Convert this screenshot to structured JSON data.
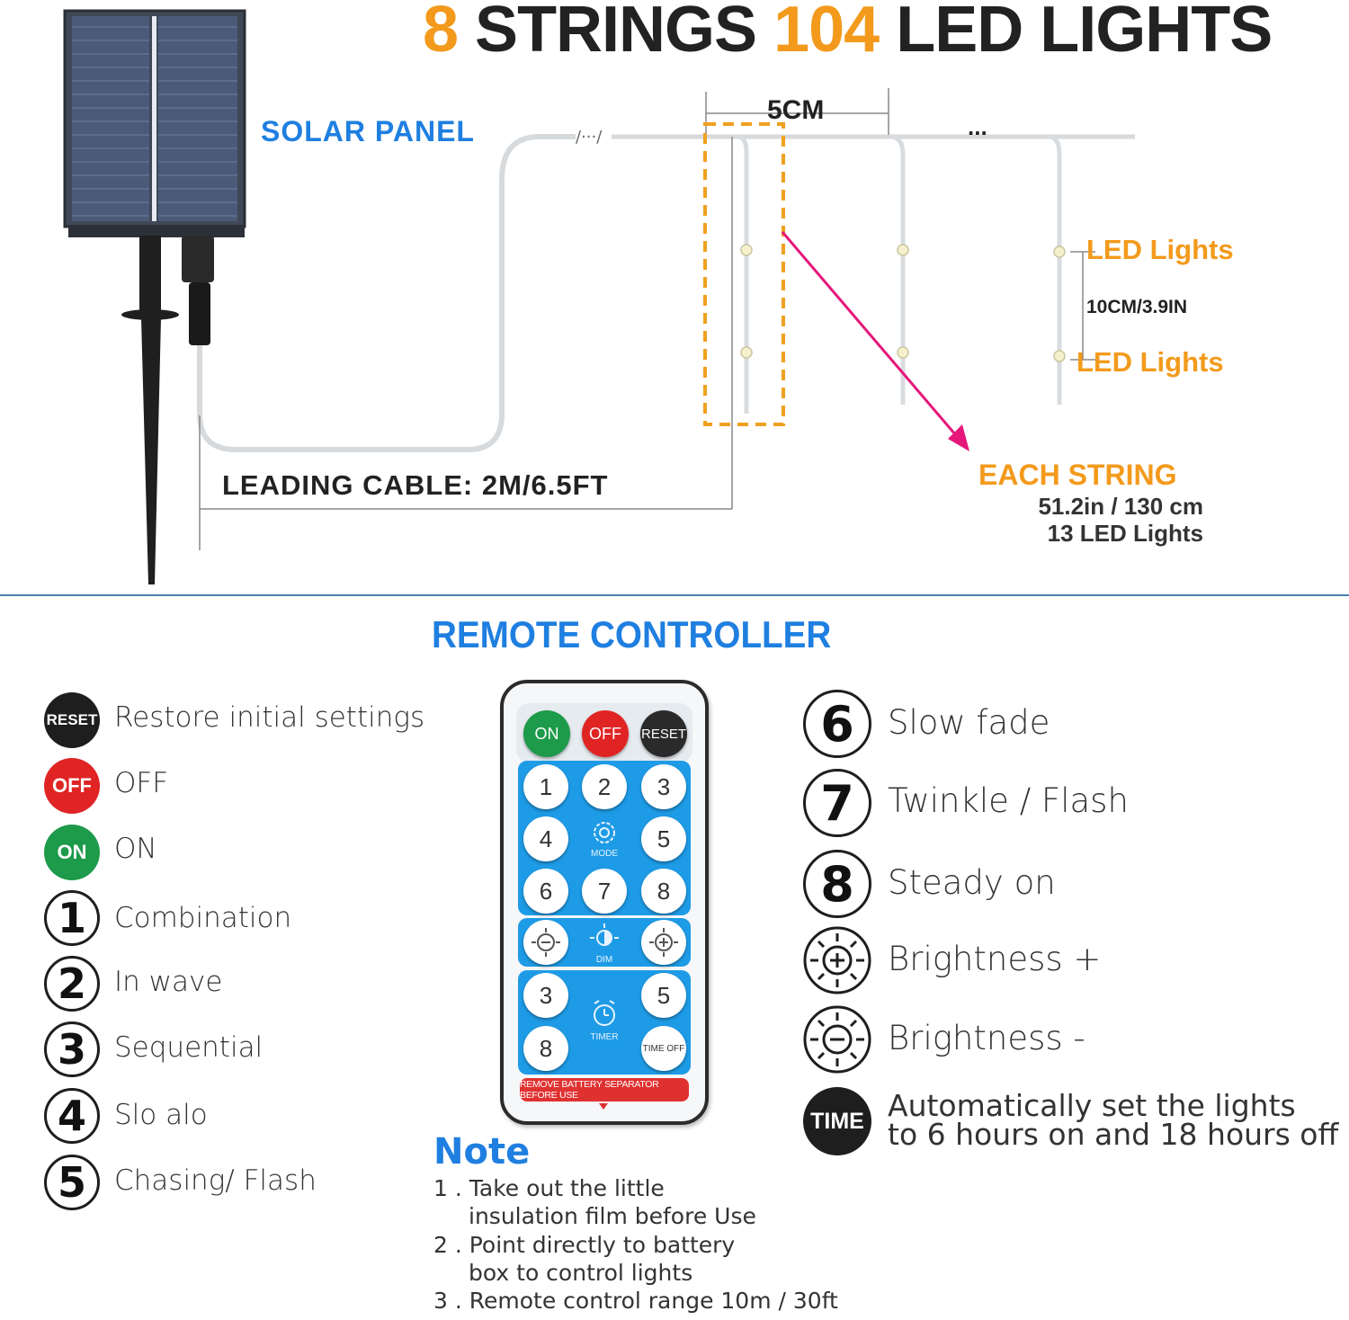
{
  "header": {
    "title_num1": "8",
    "title_mid": " STRINGS ",
    "title_num2": "104",
    "title_end": " LED LIGHTS"
  },
  "diagram": {
    "solar_panel_label": "SOLAR PANEL",
    "spacing_top": "5CM",
    "led_label_1": "LED Lights",
    "led_label_2": "LED Lights",
    "led_spacing": "10CM/3.9IN",
    "ellipsis": "...",
    "leading_cable": "LEADING CABLE: 2M/6.5FT",
    "each_string_title": "EACH STRING",
    "each_string_length": "51.2in / 130 cm",
    "each_string_count": "13 LED Lights"
  },
  "remote_section": {
    "title": "REMOTE CONTROLLER",
    "left_items": [
      {
        "badge": "RESET",
        "label": "Restore initial settings"
      },
      {
        "badge": "OFF",
        "label": "OFF"
      },
      {
        "badge": "ON",
        "label": "ON"
      },
      {
        "badge": "1",
        "label": "Combination"
      },
      {
        "badge": "2",
        "label": "In wave"
      },
      {
        "badge": "3",
        "label": "Sequential"
      },
      {
        "badge": "4",
        "label": "Slo alo"
      },
      {
        "badge": "5",
        "label": "Chasing/ Flash"
      }
    ],
    "right_items": [
      {
        "badge": "6",
        "label": "Slow fade"
      },
      {
        "badge": "7",
        "label": "Twinkle / Flash"
      },
      {
        "badge": "8",
        "label": "Steady on"
      },
      {
        "badge": "sun-plus-icon",
        "label": "Brightness +"
      },
      {
        "badge": "sun-minus-icon",
        "label": "Brightness -"
      },
      {
        "badge": "TIME",
        "label_line1": "Automatically set the lights",
        "label_line2": "to 6 hours on and 18 hours off"
      }
    ]
  },
  "remote": {
    "on": "ON",
    "off": "OFF",
    "reset": "RESET",
    "k1": "1",
    "k2": "2",
    "k3": "3",
    "k4": "4",
    "mode": "MODE",
    "k5": "5",
    "k6": "6",
    "k7": "7",
    "k8": "8",
    "dim": "DIM",
    "t3": "3",
    "t5": "5",
    "timer": "TIMER",
    "t8": "8",
    "time_off": "TIME OFF",
    "warning": "REMOVE BATTERY SEPARATOR BEFORE USE"
  },
  "note": {
    "title": "Note",
    "l1a": "1 . Take out the little",
    "l1b": "insulation film before Use",
    "l2a": "2 . Point directly to battery",
    "l2b": "box to control lights",
    "l3": "3 . Remote control range 10m / 30ft"
  },
  "colors": {
    "accent_orange": "#f39a1c",
    "accent_blue": "#1f7fe0",
    "arrow_pink": "#e5177a",
    "remote_blue": "#1e9be6"
  }
}
